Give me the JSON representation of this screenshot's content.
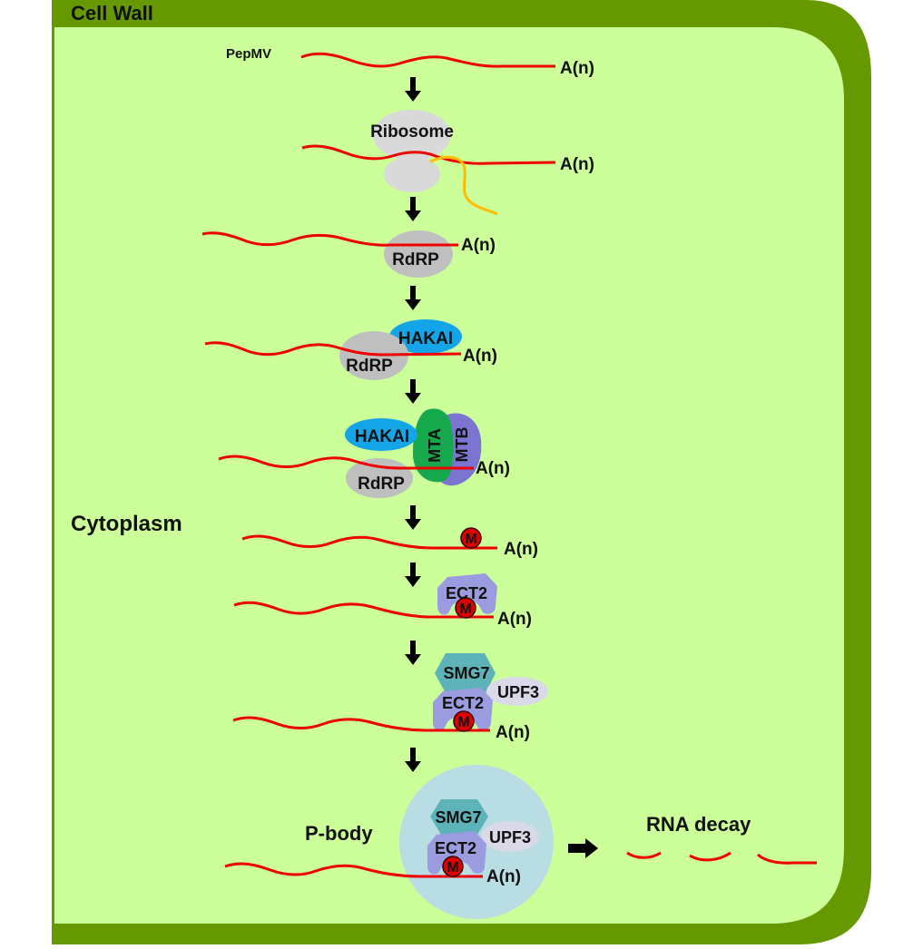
{
  "colors": {
    "wall": "#669900",
    "cytoplasm": "#ccff99",
    "rna": "#ee0000",
    "peptide": "#ffbb00",
    "ribosome": "#d9d9d9",
    "rdrp": "#bfbfbf",
    "hakai": "#14a5e8",
    "mta": "#16a84c",
    "mtb": "#7b74d0",
    "ect2": "#9b9be0",
    "smg7": "#5db3b8",
    "upf3": "#d9d9e8",
    "m6a": "#dd0000",
    "pbody": "#b8dde3",
    "arrow": "#000000"
  },
  "labels": {
    "cell_wall": "Cell Wall",
    "cytoplasm": "Cytoplasm",
    "virus": "PepMV",
    "ribosome": "Ribosome",
    "polyA": "A(n)",
    "rdrp": "RdRP",
    "hakai": "HAKAI",
    "mta": "MTA",
    "mtb": "MTB",
    "m6a": "M",
    "ect2": "ECT2",
    "smg7": "SMG7",
    "upf3": "UPF3",
    "pbody": "P-body",
    "decay": "RNA decay"
  }
}
